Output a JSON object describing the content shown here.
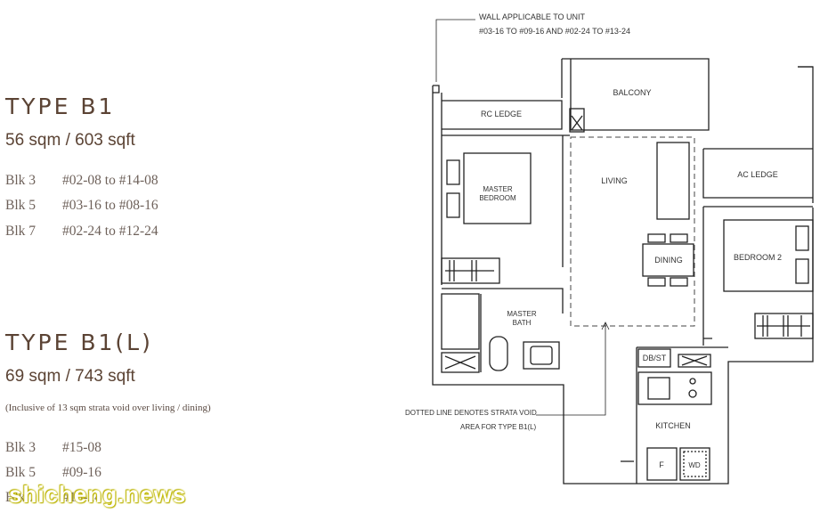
{
  "type_b1": {
    "title": "TYPE B1",
    "area": "56 sqm /  603 sqft",
    "blocks": [
      {
        "blk": "Blk 3",
        "units": "#02-08 to #14-08"
      },
      {
        "blk": "Blk 5",
        "units": "#03-16 to #08-16"
      },
      {
        "blk": "Blk 7",
        "units": "#02-24 to #12-24"
      }
    ]
  },
  "type_b1l": {
    "title": "TYPE B1(L)",
    "area": "69 sqm /  743 sqft",
    "note": "(Inclusive of 13 sqm strata void over living / dining)",
    "blocks": [
      {
        "blk": "Blk 3",
        "units": "#15-08"
      },
      {
        "blk": "Blk 5",
        "units": "#09-16"
      },
      {
        "blk": "Blk 7",
        "units": "#13-24"
      }
    ]
  },
  "plan": {
    "note_wall_line1": "WALL APPLICABLE TO UNIT",
    "note_wall_line2": "#03-16 TO #09-16 AND #02-24 TO #13-24",
    "note_dotted_line1": "DOTTED LINE DENOTES STRATA VOID",
    "note_dotted_line2": "AREA FOR TYPE B1(L)",
    "rooms": {
      "balcony": "BALCONY",
      "rc_ledge": "RC LEDGE",
      "ac_ledge": "AC LEDGE",
      "living": "LIVING",
      "dining": "DINING",
      "master_bedroom_1": "MASTER",
      "master_bedroom_2": "BEDROOM",
      "bedroom2": "BEDROOM 2",
      "master_bath_1": "MASTER",
      "master_bath_2": "BATH",
      "db_st": "DB/ST",
      "kitchen": "KITCHEN",
      "fridge": "F",
      "washer_dryer": "WD"
    }
  },
  "watermark": "shicheng.news"
}
